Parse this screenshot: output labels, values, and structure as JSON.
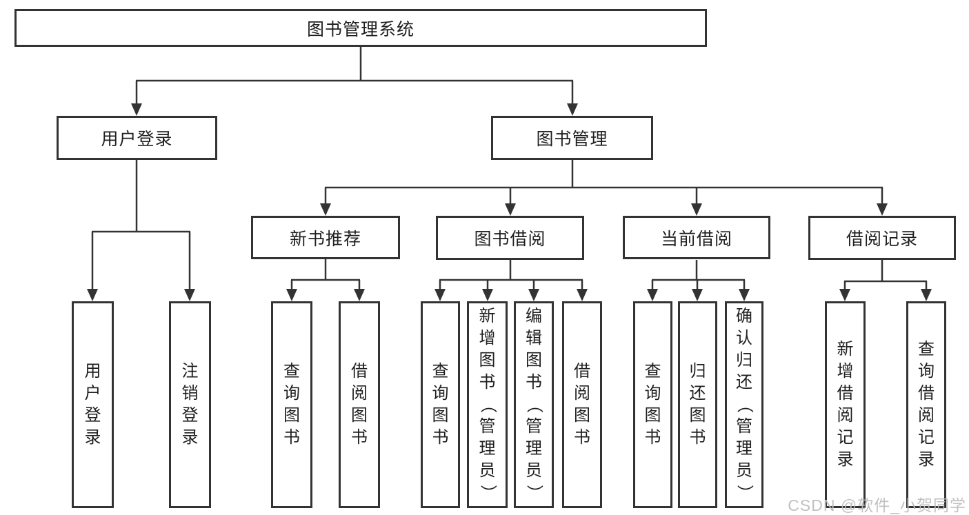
{
  "diagram": {
    "root": {
      "label": "图书管理系统"
    },
    "branches": [
      {
        "label": "用户登录",
        "children": [
          {
            "label": "用户登录"
          },
          {
            "label": "注销登录"
          }
        ]
      },
      {
        "label": "图书管理",
        "children": [
          {
            "label": "新书推荐",
            "children": [
              {
                "label": "查询图书"
              },
              {
                "label": "借阅图书"
              }
            ]
          },
          {
            "label": "图书借阅",
            "children": [
              {
                "label": "查询图书"
              },
              {
                "label": "新增图书（管理员）"
              },
              {
                "label": "编辑图书（管理员）"
              },
              {
                "label": "借阅图书"
              }
            ]
          },
          {
            "label": "当前借阅",
            "children": [
              {
                "label": "查询图书"
              },
              {
                "label": "归还图书"
              },
              {
                "label": "确认归还（管理员）"
              }
            ]
          },
          {
            "label": "借阅记录",
            "children": [
              {
                "label": "新增借阅记录"
              },
              {
                "label": "查询借阅记录"
              }
            ]
          }
        ]
      }
    ]
  },
  "watermark": {
    "text": "CSDN @软件_小贺同学"
  },
  "colors": {
    "line": "#333333",
    "text": "#1f1f1f",
    "watermark": "#bdbdbd",
    "background": "#ffffff"
  }
}
